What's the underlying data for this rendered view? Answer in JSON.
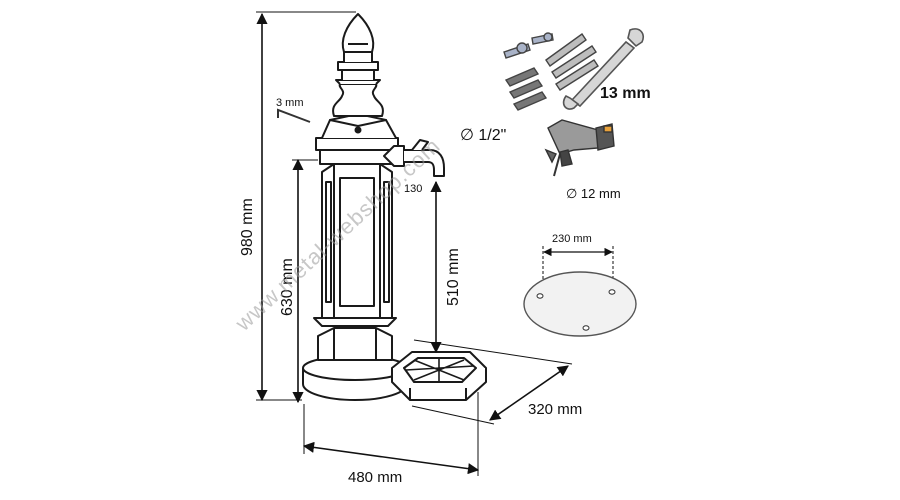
{
  "dimensions": {
    "total_height": "980 mm",
    "pillar_height": "630 mm",
    "tap_height": "510 mm",
    "width": "480 mm",
    "depth": "320 mm",
    "hex_key": "3 mm",
    "pipe_diameter": "∅ 1/2\"",
    "tap_projection": "130",
    "drill_bit": "∅ 12 mm",
    "wrench_size": "13 mm",
    "base_hole_spacing": "230 mm"
  },
  "watermark": "www.metal-webshop.com",
  "icons": [
    "hex-key-icon",
    "wrench-icon",
    "drill-icon",
    "anchor-bolts-icon",
    "base-plate-icon",
    "fountain-pillar-icon"
  ],
  "colors": {
    "line": "#1a1a1a",
    "fill": "#ffffff",
    "plate": "#f2f2f2",
    "watermark": "#9a9a9a"
  }
}
